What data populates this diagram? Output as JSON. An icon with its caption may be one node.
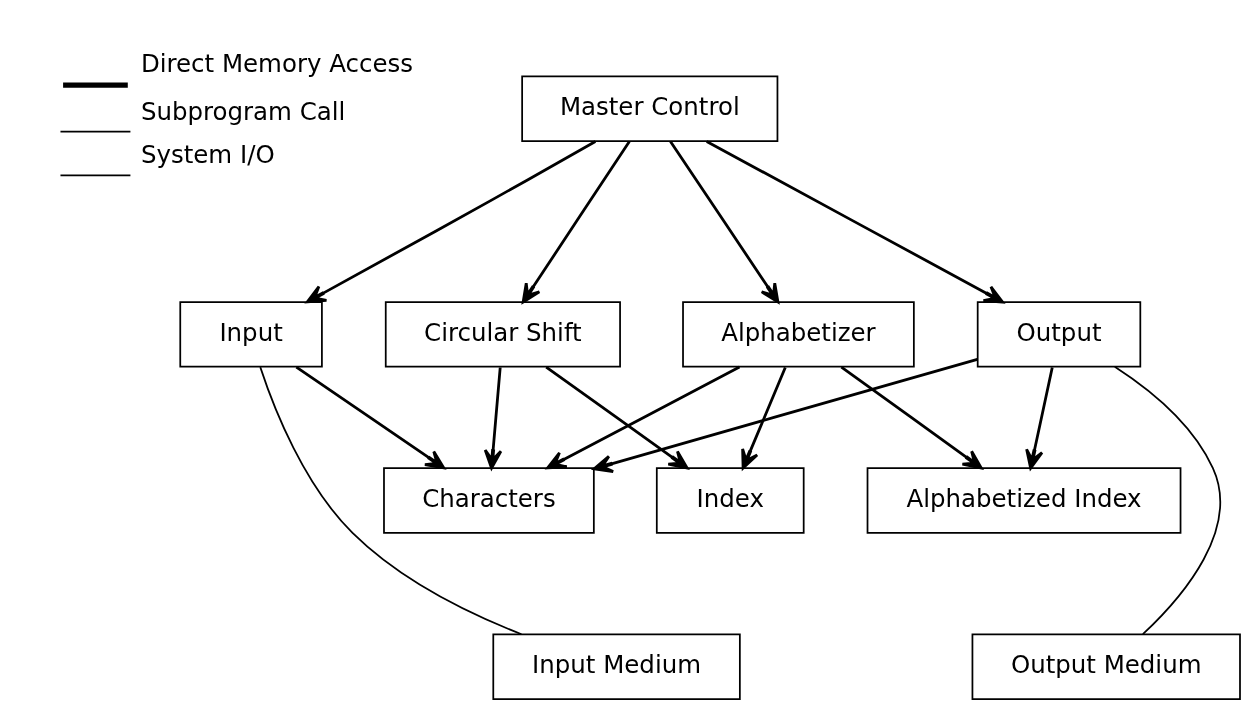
{
  "diagram": {
    "nodes": [
      {
        "text": [
          "Master Control"
        ]
      },
      {
        "text": [
          "Input"
        ]
      },
      {
        "text": [
          "Circular Shift"
        ]
      },
      {
        "text": [
          "Alphabetizer"
        ]
      },
      {
        "text": [
          "Output"
        ]
      },
      {
        "text": [
          "Characters"
        ]
      },
      {
        "text": [
          "Index"
        ]
      },
      {
        "text": [
          "Alphabetized Index"
        ]
      },
      {
        "text": [
          "Input Medium"
        ]
      },
      {
        "text": [
          "Output Medium"
        ]
      }
    ],
    "edges": [
      {
        "from": 0,
        "to": 1,
        "arrow": "to"
      },
      {
        "from": 0,
        "to": 2,
        "arrow": "to"
      },
      {
        "from": 0,
        "to": 3,
        "arrow": "to"
      },
      {
        "from": 0,
        "to": 4,
        "arrow": "to"
      },
      {
        "from": 1,
        "to": 5,
        "arrow": "to"
      },
      {
        "from": 2,
        "to": 5,
        "arrow": "to"
      },
      {
        "from": 2,
        "to": 6,
        "arrow": "to"
      },
      {
        "from": 3,
        "to": 5,
        "arrow": "to"
      },
      {
        "from": 3,
        "to": 6,
        "arrow": "to"
      },
      {
        "from": 3,
        "to": 7,
        "arrow": "to"
      },
      {
        "from": 4,
        "to": 5,
        "arrow": "to"
      },
      {
        "from": 4,
        "to": 7,
        "arrow": "to"
      },
      {
        "from": 1,
        "to": 8,
        "arrow": "none"
      },
      {
        "from": 4,
        "to": 9,
        "arrow": "none"
      }
    ],
    "legend": [
      {
        "text": "Direct Memory Access"
      },
      {
        "text": "Subprogram Call"
      },
      {
        "text": "System I/O"
      }
    ]
  }
}
